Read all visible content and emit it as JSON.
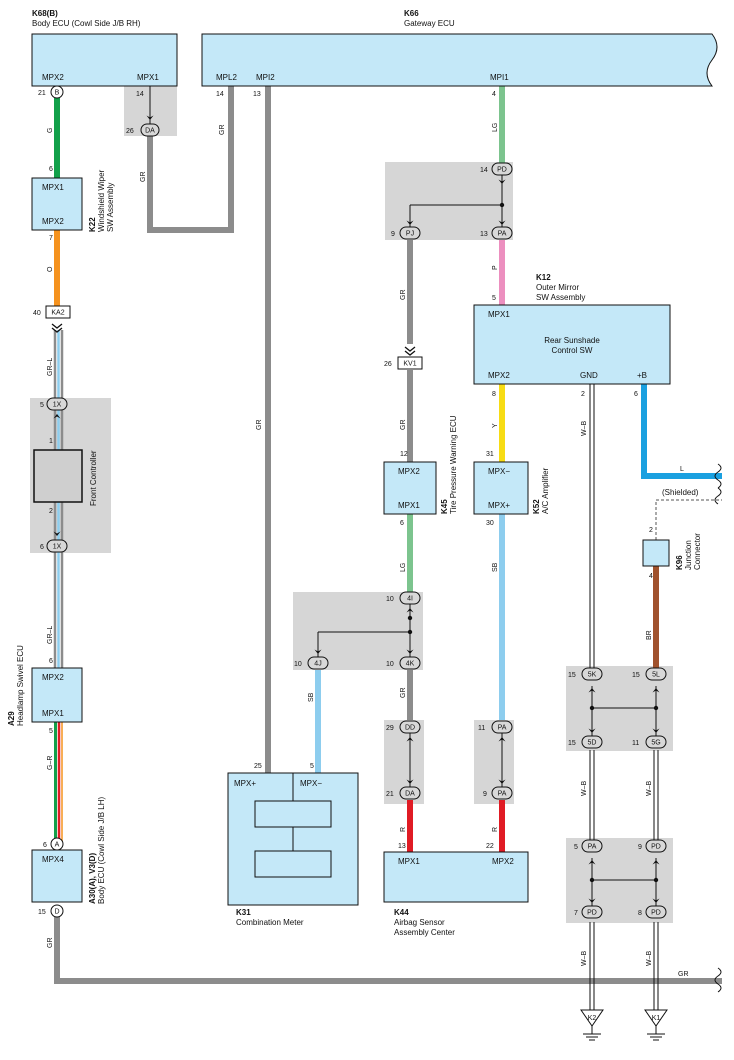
{
  "colors": {
    "box_fill": "#c4e8f8",
    "shade": "#d6d6d6",
    "GR": "#8c8c8c",
    "G": "#12a04a",
    "O": "#f5921e",
    "LG": "#7cc48e",
    "P": "#ec8fbf",
    "Y": "#f7dc14",
    "SB": "#8dcdee",
    "L": "#1aa0e0",
    "BR": "#a0522d",
    "R": "#e01b24"
  },
  "components": {
    "k68": {
      "code": "K68(B)",
      "name": "Body ECU (Cowl Side J/B RH)",
      "pin_a": "MPX2",
      "pin_b": "MPX1"
    },
    "k66": {
      "code": "K66",
      "name": "Gateway ECU",
      "pin_a": "MPL2",
      "pin_b": "MPI2",
      "pin_c": "MPI1"
    },
    "k22": {
      "code": "K22",
      "name1": "Windshield Wiper",
      "name2": "SW Assembly",
      "pin_a": "MPX1",
      "pin_b": "MPX2"
    },
    "k12": {
      "code": "K12",
      "name1": "Outer Mirror",
      "name2": "SW Assembly",
      "inner1": "Rear Sunshade",
      "inner2": "Control SW",
      "pin_a": "MPX1",
      "pin_b": "MPX2",
      "pin_c": "GND",
      "pin_d": "+B"
    },
    "front": {
      "name": "Front Controller"
    },
    "k45": {
      "code": "K45",
      "name": "Tire Pressure Warning ECU",
      "pin_a": "MPX2",
      "pin_b": "MPX1"
    },
    "k52": {
      "code": "K52",
      "name": "A/C Amplifier",
      "pin_a": "MPX−",
      "pin_b": "MPX+"
    },
    "k96": {
      "code": "K96",
      "name1": "Junction",
      "name2": "Connector",
      "shielded": "(Shielded)"
    },
    "a29": {
      "code": "A29",
      "name": "Headlamp Swivel ECU",
      "pin_a": "MPX2",
      "pin_b": "MPX1"
    },
    "a30": {
      "code": "A30(A), V3(D)",
      "name": "Body ECU (Cowl Side J/B LH)",
      "pin_a": "MPX4"
    },
    "k31": {
      "code": "K31",
      "name": "Combination Meter",
      "pin_a": "MPX+",
      "pin_b": "MPX−"
    },
    "k44": {
      "code": "K44",
      "name1": "Airbag Sensor",
      "name2": "Assembly Center",
      "pin_a": "MPX1",
      "pin_b": "MPX2"
    },
    "gnd_k2": {
      "code": "K2"
    },
    "gnd_k1": {
      "code": "K1"
    }
  },
  "wire_colors": {
    "g": "G",
    "gr": "GR",
    "o": "O",
    "grl": "GR–L",
    "lg": "LG",
    "p": "P",
    "y": "Y",
    "wb": "W–B",
    "l": "L",
    "sb": "SB",
    "br": "BR",
    "gr_r": "G–R",
    "r": "R"
  },
  "connectors": {
    "B": "B",
    "DA": "DA",
    "PD": "PD",
    "PJ": "PJ",
    "PA": "PA",
    "KA2": "KA2",
    "KV1": "KV1",
    "1X": "1X",
    "4I": "4I",
    "4J": "4J",
    "4K": "4K",
    "DD": "DD",
    "5K": "5K",
    "5L": "5L",
    "5D": "5D",
    "5G": "5G",
    "A": "A",
    "D": "D"
  },
  "pins": {
    "p21": "21",
    "p14": "14",
    "p26": "26",
    "p13": "13",
    "p4": "4",
    "p9": "9",
    "p6": "6",
    "p7": "7",
    "p40": "40",
    "p5": "5",
    "p8": "8",
    "p2": "2",
    "p31": "31",
    "p12": "12",
    "p1": "1",
    "p30": "30",
    "p10": "10",
    "p15": "15",
    "p11": "11",
    "p29": "29",
    "p25": "25",
    "p22": "22"
  }
}
